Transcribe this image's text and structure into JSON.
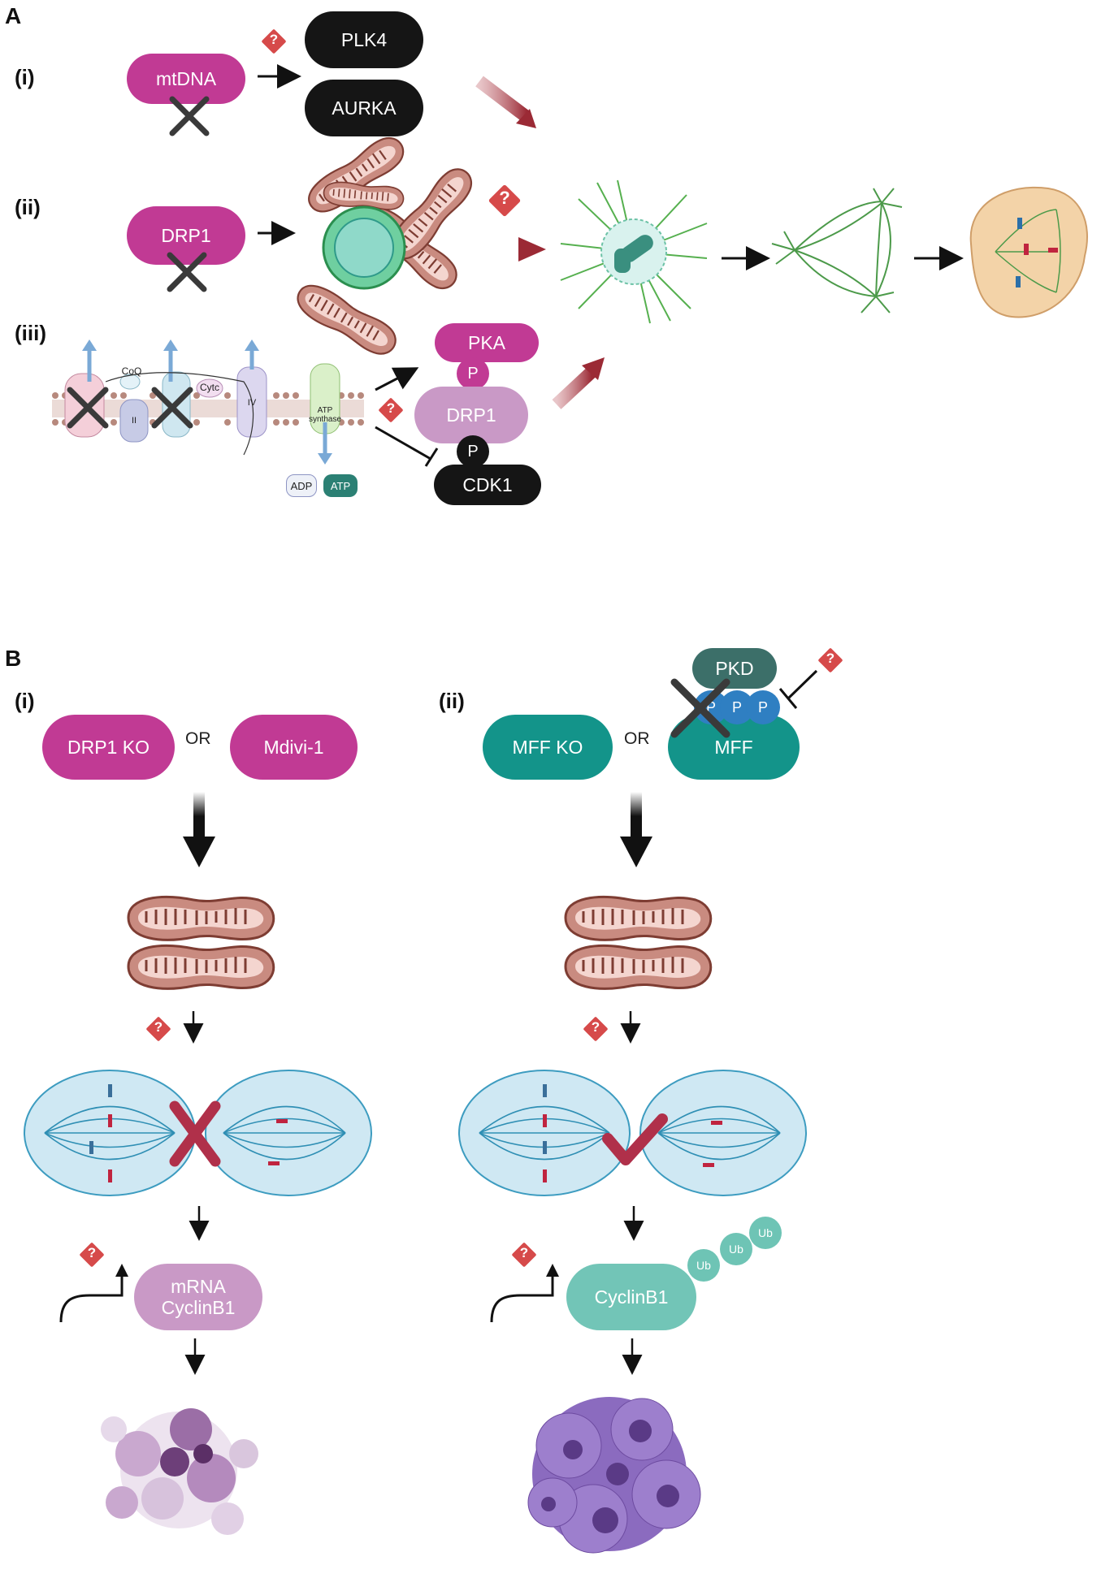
{
  "panels": {
    "a": "A",
    "b": "B"
  },
  "a": {
    "row_labels": [
      "(i)",
      "(ii)",
      "(iii)"
    ],
    "mtdna": "mtDNA",
    "plk4": "PLK4",
    "aurka": "AURKA",
    "drp1_ii": "DRP1",
    "pka": "PKA",
    "drp1_iii": "DRP1",
    "p": "P",
    "cdk1": "CDK1",
    "etc": {
      "coq": "CoQ",
      "cytc": "Cytc",
      "complex2": "II",
      "complex4": "IV",
      "atp_synthase": "ATP synthase",
      "adp": "ADP",
      "atp": "ATP"
    },
    "question": "?"
  },
  "b": {
    "row_labels": [
      "(i)",
      "(ii)"
    ],
    "drp1_ko": "DRP1 KO",
    "or": "OR",
    "mdivi": "Mdivi-1",
    "mff_ko": "MFF KO",
    "mff": "MFF",
    "pkd": "PKD",
    "p": "P",
    "mrna_cyclin": "mRNA\nCyclinB1",
    "cyclinb1": "CyclinB1",
    "ub": "Ub",
    "question": "?"
  },
  "colors": {
    "magenta": "#c13a94",
    "black": "#151515",
    "teal": "#13948a",
    "red_arrow": "#9b2a35",
    "cell_blue": "#cfe8f3"
  }
}
